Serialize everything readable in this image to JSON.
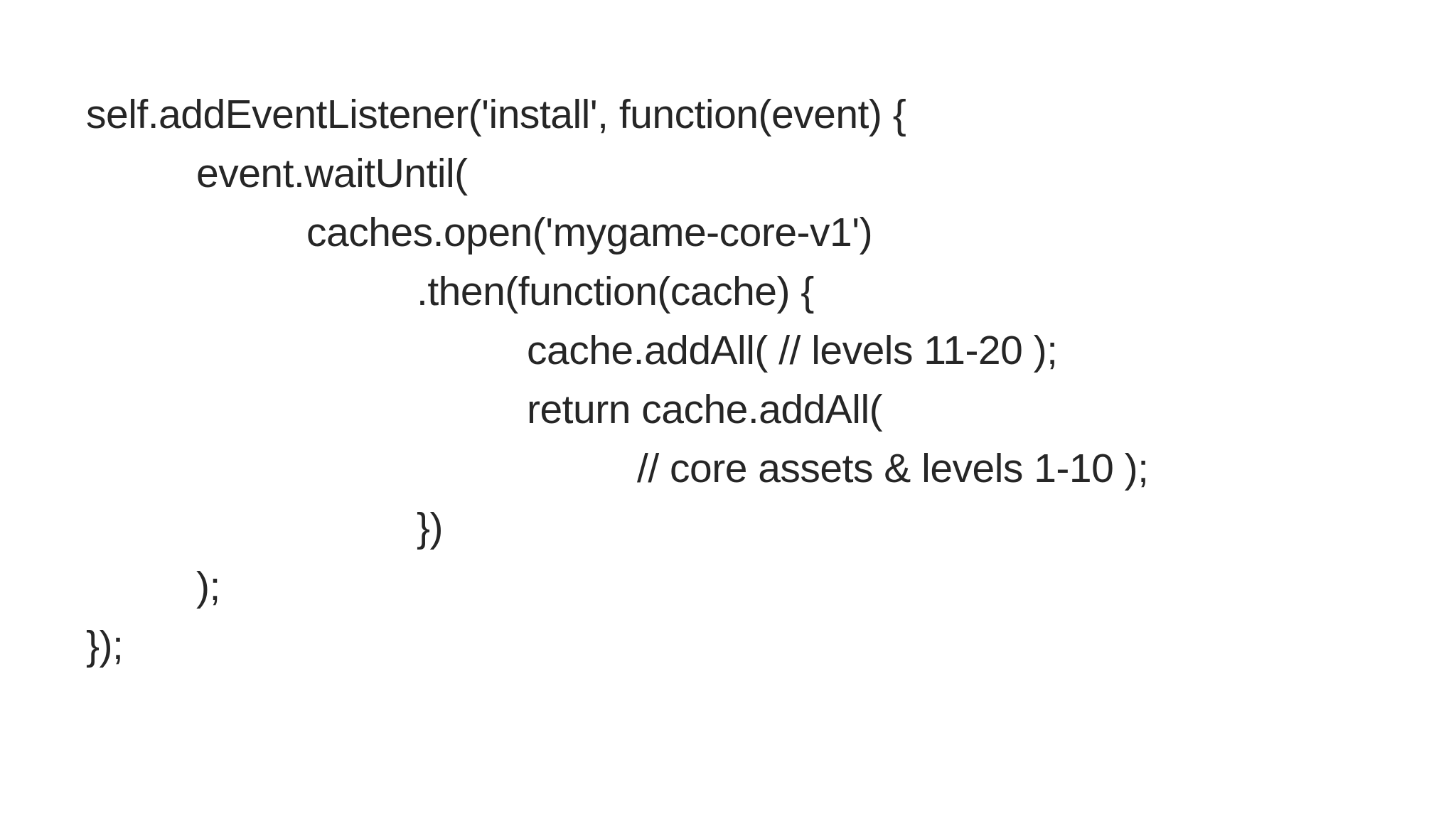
{
  "code": {
    "lines": [
      {
        "text": "self.addEventListener('install', function(event) {",
        "indent": 0
      },
      {
        "text": "event.waitUntil(",
        "indent": 1
      },
      {
        "text": "caches.open('mygame-core-v1')",
        "indent": 2
      },
      {
        "text": ".then(function(cache) {",
        "indent": 3
      },
      {
        "text": "cache.addAll( // levels 11-20 );",
        "indent": 4
      },
      {
        "text": "return cache.addAll(",
        "indent": 4
      },
      {
        "text": "// core assets & levels 1-10 );",
        "indent": 5
      },
      {
        "text": "})",
        "indent": 3
      },
      {
        "text": ");",
        "indent": 1
      },
      {
        "text": "});",
        "indent": 0
      }
    ]
  }
}
